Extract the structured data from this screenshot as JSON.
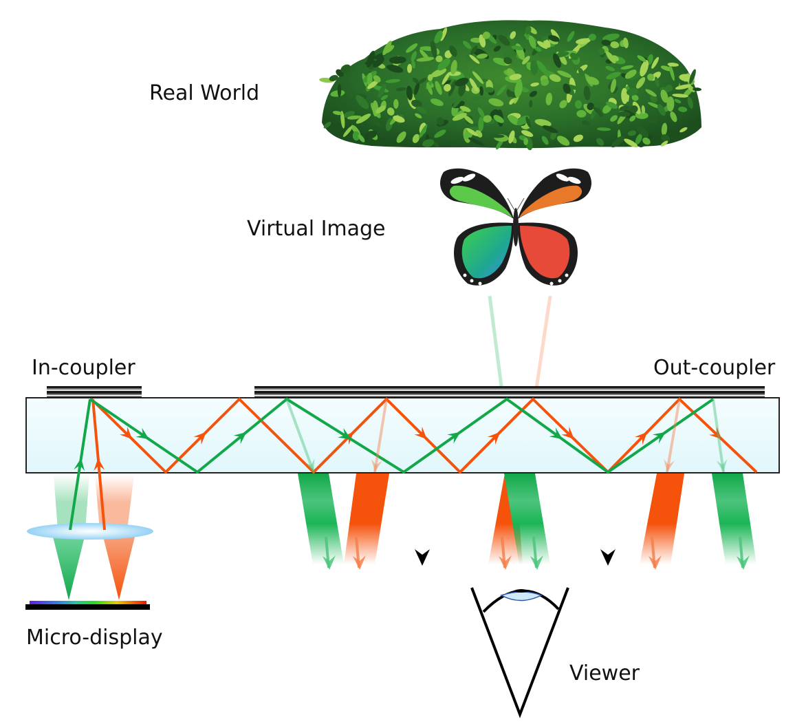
{
  "labels": {
    "real_world": "Real World",
    "virtual_image": "Virtual Image",
    "in_coupler": "In-coupler",
    "out_coupler": "Out-coupler",
    "micro_display": "Micro-display",
    "viewer": "Viewer"
  },
  "colors": {
    "green_ray": "#12a84a",
    "orange_ray": "#f5520c",
    "waveguide_fill": "#e6fafd",
    "waveguide_border": "#222222",
    "lens_fill": "#a9dcf7",
    "real_world_ray": "#000000",
    "eye_iris": "#cfe9fb",
    "foliage_dark": "#1f5a26",
    "foliage_light": "#7cc23a"
  },
  "diagram": {
    "title": "Waveguide AR display: light from micro-display coupled into waveguide by in-coupler, propagated via total internal reflection, extracted by out-coupler toward viewer, overlaid with real world",
    "elements": [
      "Real World (foliage)",
      "Virtual Image (butterfly)",
      "In-coupler grating",
      "Out-coupler grating",
      "Waveguide",
      "Micro-display",
      "Lens",
      "Viewer eye"
    ],
    "ray_colors": [
      "green",
      "orange"
    ]
  }
}
